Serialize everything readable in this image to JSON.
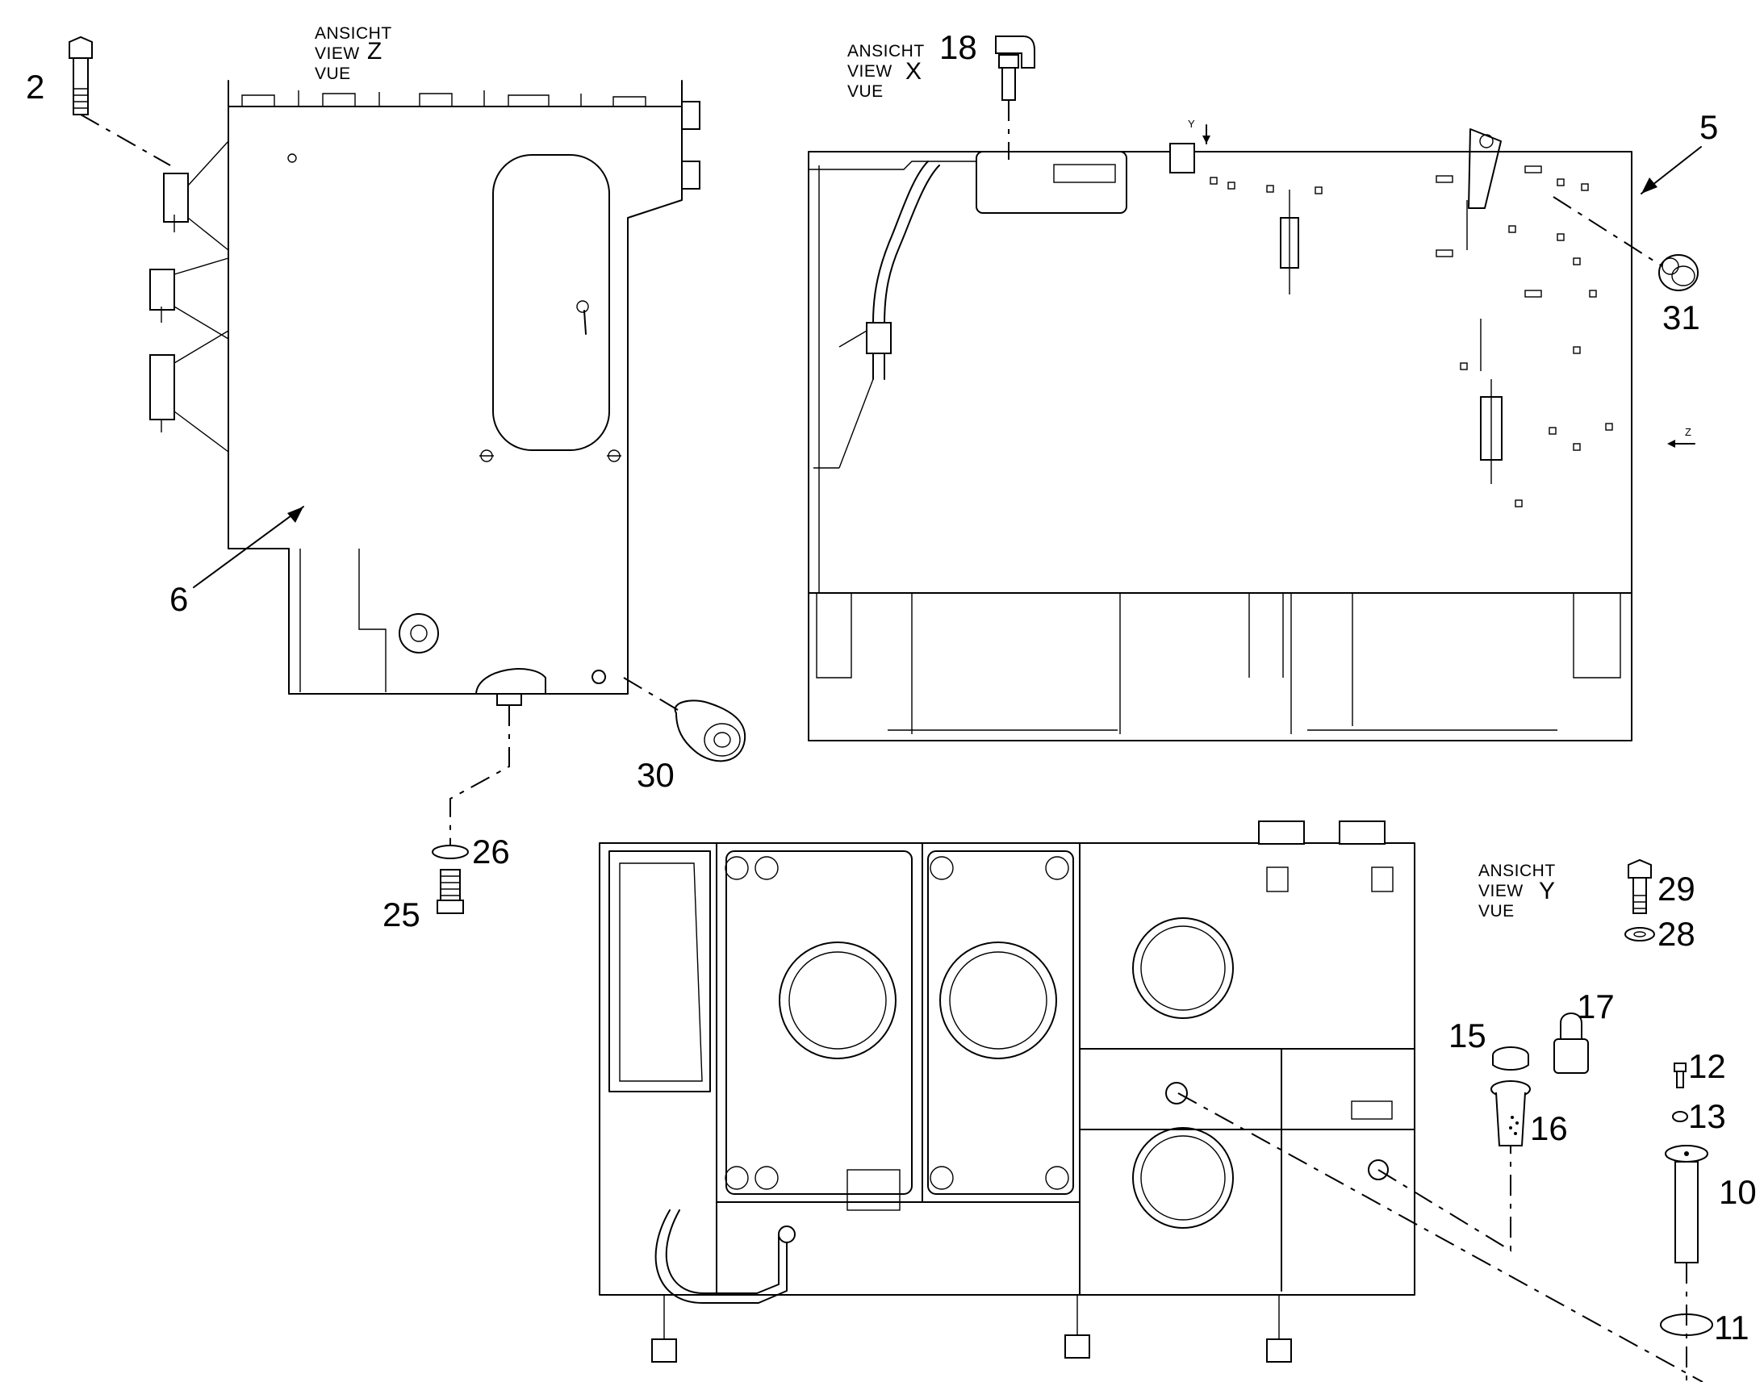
{
  "views": {
    "z": {
      "line1": "ANSICHT",
      "line2": "VIEW",
      "line3": "VUE",
      "letter": "Z"
    },
    "x": {
      "line1": "ANSICHT",
      "line2": "VIEW",
      "line3": "VUE",
      "letter": "X"
    },
    "y": {
      "line1": "ANSICHT",
      "line2": "VIEW",
      "line3": "VUE",
      "letter": "Y"
    }
  },
  "arrow_markers": {
    "y": "Y",
    "z": "Z"
  },
  "callouts": {
    "c2": "2",
    "c6": "6",
    "c30": "30",
    "c26": "26",
    "c25": "25",
    "c18": "18",
    "c5": "5",
    "c31": "31",
    "c29": "29",
    "c28": "28",
    "c17": "17",
    "c15": "15",
    "c16": "16",
    "c12": "12",
    "c13": "13",
    "c10": "10",
    "c11": "11"
  }
}
